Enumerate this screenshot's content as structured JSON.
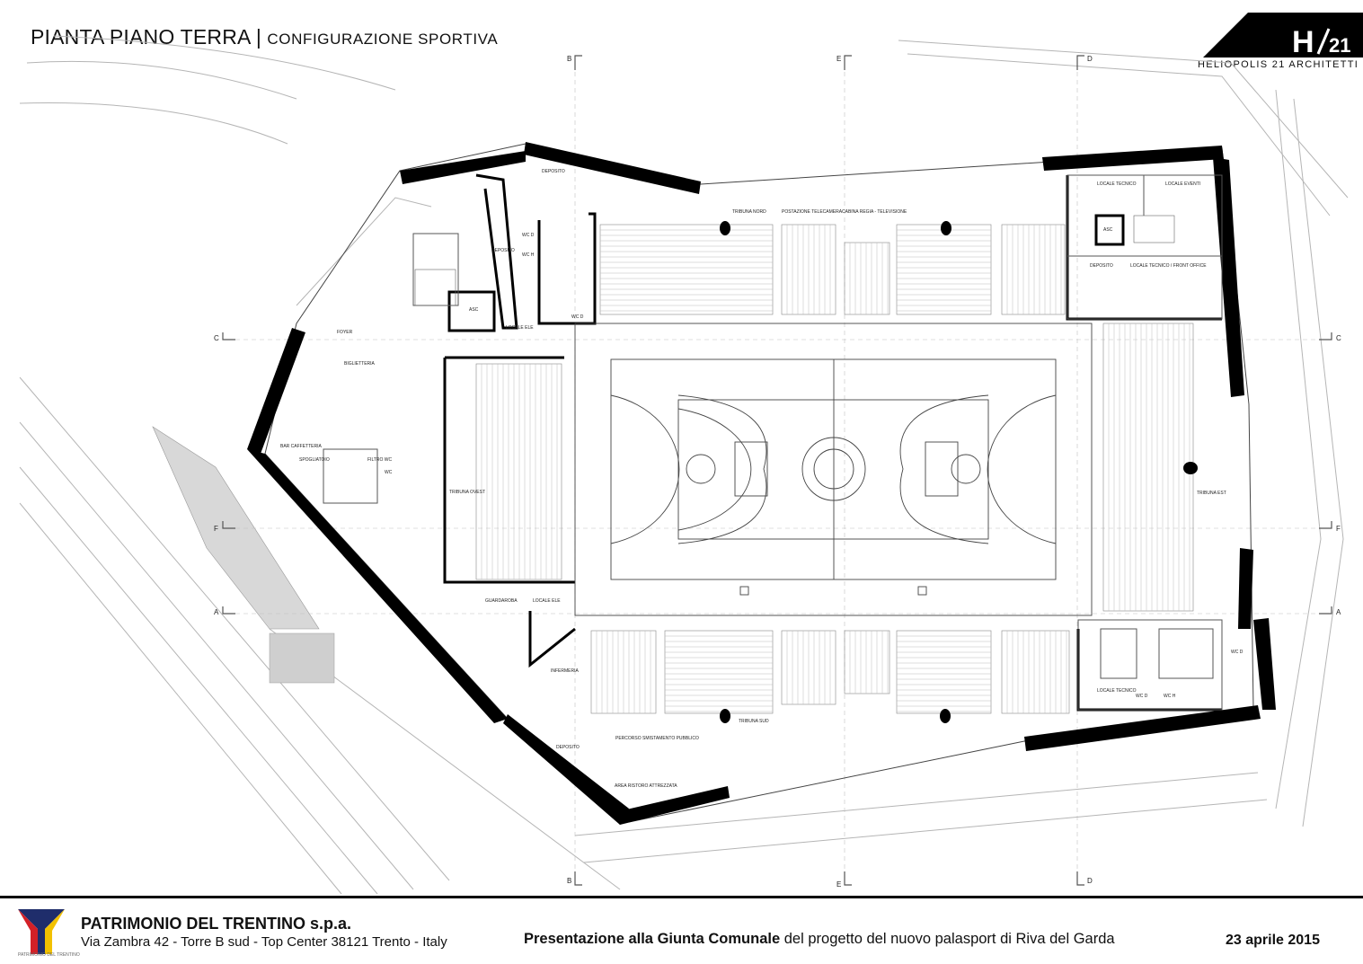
{
  "title": {
    "main": "PIANTA PIANO TERRA |",
    "sub": "CONFIGURAZIONE SPORTIVA"
  },
  "logo": {
    "mark_letter": "H",
    "mark_number": "21",
    "subtitle": "HELIOPOLIS 21 ARCHITETTI"
  },
  "sections": {
    "b_top": "B",
    "e_top": "E",
    "d_top": "D",
    "b_bottom": "B",
    "e_bottom": "E",
    "d_bottom": "D",
    "c_left": "C",
    "c_right": "C",
    "f_left": "F",
    "f_right": "F",
    "a_left": "A",
    "a_right": "A"
  },
  "rooms": {
    "deposito_1": "DEPOSITO",
    "wc_d": "WC D",
    "wc_h": "WC H",
    "deposito_2": "DEPOSITO",
    "asc_1": "ASC",
    "locale_ele_1": "LOCALE ELE",
    "wc_d_2": "WC D",
    "foyer": "FOYER",
    "biglietteria": "BIGLIETTERIA",
    "bar": "BAR CAFFETTERIA",
    "spogliatoio": "SPOGLIATOIO",
    "filtro": "FILTRO WC",
    "wc": "WC",
    "tribuna_ovest": "TRIBUNA OVEST",
    "tribuna_nord": "TRIBUNA NORD",
    "postazione_telecamera": "POSTAZIONE TELECAMERA",
    "cabina_regia": "CABINA REGIA - TELEVISIONE",
    "locale_tecnico_1": "LOCALE TECNICO",
    "locale_eventi": "LOCALE EVENTI",
    "asc_2": "ASC",
    "deposito_3": "DEPOSITO",
    "front_office": "LOCALE TECNICO / FRONT OFFICE",
    "tribuna_est": "TRIBUNA EST",
    "guardaroba": "GUARDAROBA",
    "locale_ele_2": "LOCALE ELE",
    "infermeria": "INFERMERIA",
    "tribuna_sud": "TRIBUNA SUD",
    "percorso": "PERCORSO SMISTAMENTO PUBBLICO",
    "area_ristoro": "AREA RISTORO ATTREZZATA",
    "deposito_4": "DEPOSITO",
    "locale_tecnico_2": "LOCALE TECNICO",
    "wc_d_3": "WC D",
    "wc_h_2": "WC H",
    "wc_d_4": "WC D"
  },
  "footer": {
    "company": "PATRIMONIO DEL TRENTINO s.p.a.",
    "address": "Via Zambra 42 - Torre B sud - Top Center 38121 Trento - Italy",
    "presentation_bold": "Presentazione alla Giunta Comunale",
    "presentation_rest": " del progetto del nuovo palasport di Riva del Garda",
    "date": "23 aprile 2015",
    "logo_caption": "PATRIMONIO DEL TRENTINO"
  },
  "colors": {
    "wall": "#000000",
    "line": "#555555",
    "light_line": "#b5b5b5",
    "logo_blue": "#1f2d6b",
    "logo_yellow": "#f2c100",
    "logo_red": "#d32027"
  }
}
